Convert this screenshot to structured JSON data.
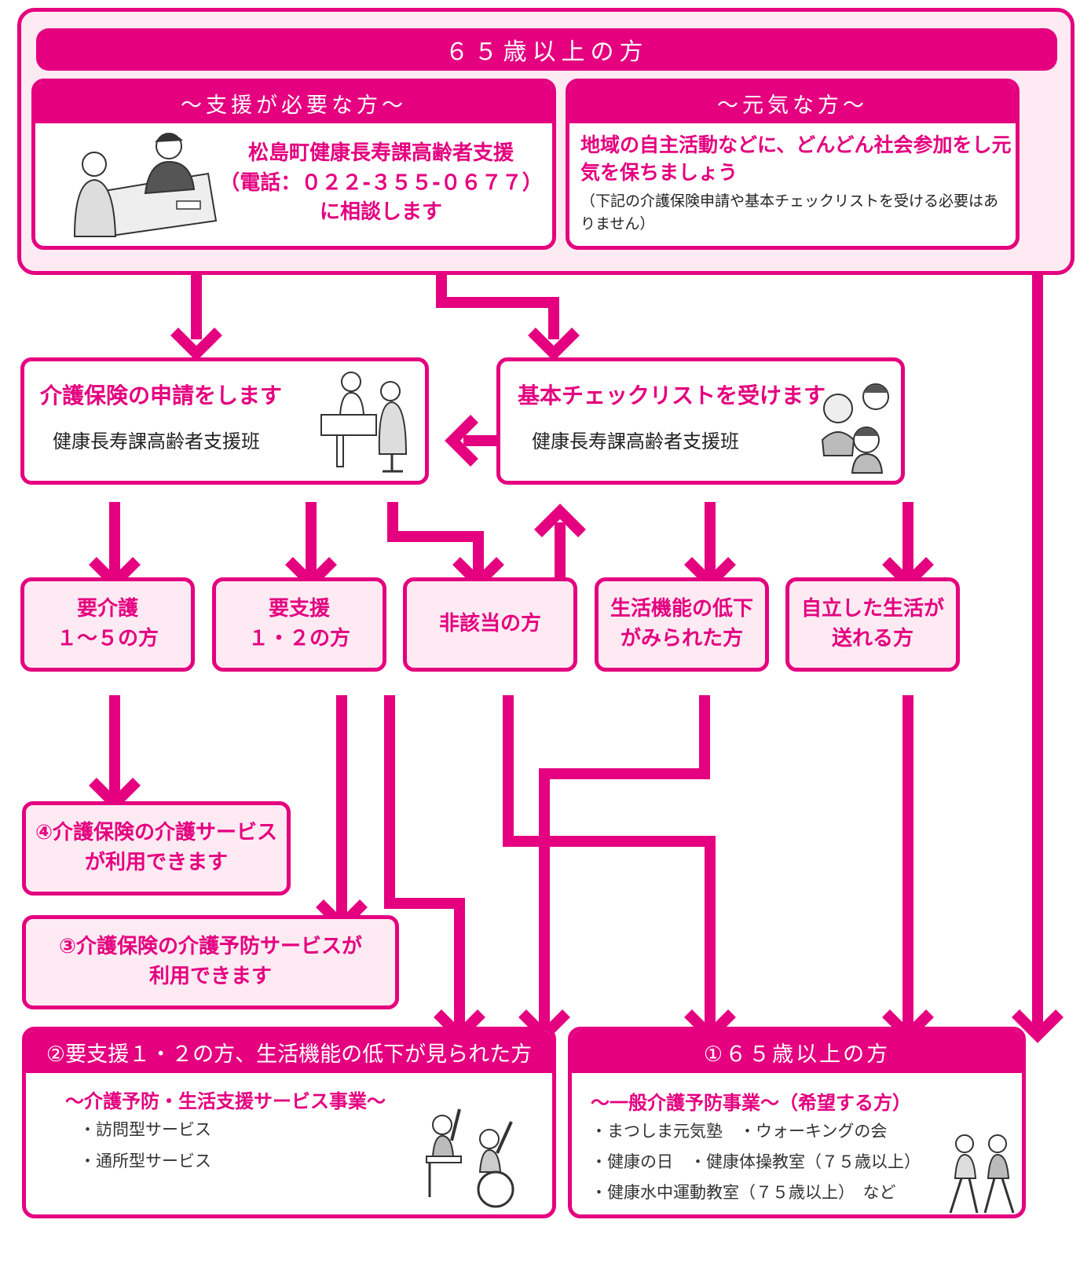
{
  "top": {
    "title": "６５歳以上の方",
    "need_support": {
      "header": "～支援が必要な方～",
      "line1": "松島町健康長寿課高齢者支援",
      "line2": "（電話：０２２-３５５-０６７７）",
      "line3": "に相談します"
    },
    "healthy": {
      "header": "～元気な方～",
      "main": "地域の自主活動などに、どんどん社会参加をし元気を保ちましょう",
      "note": "（下記の介護保険申請や基本チェックリストを受ける必要はありません）"
    }
  },
  "apply": {
    "title": "介護保険の申請をします",
    "dept": "健康長寿課高齢者支援班"
  },
  "checklist": {
    "title": "基本チェックリストを受けます",
    "dept": "健康長寿課高齢者支援班"
  },
  "results": {
    "care": [
      "要介護",
      "１～５の方"
    ],
    "support": [
      "要支援",
      "１・２の方"
    ],
    "none": [
      "非該当の方"
    ],
    "decline": [
      "生活機能の低下",
      "がみられた方"
    ],
    "independent": [
      "自立した生活が",
      "送れる方"
    ]
  },
  "service4": [
    "④介護保険の介護サービス",
    "が利用できます"
  ],
  "service3": [
    "③介護保険の介護予防サービスが",
    "利用できます"
  ],
  "box2": {
    "header": "②要支援１・２の方、生活機能の低下が見られた方",
    "sub": "～介護予防・生活支援サービス事業～",
    "items": [
      "・訪問型サービス",
      "・通所型サービス"
    ]
  },
  "box1": {
    "header": "①６５歳以上の方",
    "sub": "～一般介護予防事業～（希望する方）",
    "items": [
      "・まつしま元気塾　・ウォーキングの会",
      "・健康の日　・健康体操教室（７５歳以上）",
      "・健康水中運動教室（７５歳以上）　など"
    ]
  },
  "colors": {
    "accent": "#e4007f",
    "light": "#fdeaf3"
  }
}
